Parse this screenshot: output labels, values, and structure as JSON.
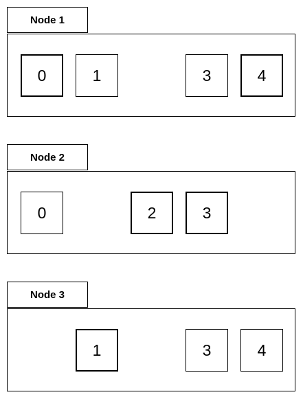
{
  "nodes": [
    {
      "label": "Node 1",
      "cells": [
        {
          "slot": 0,
          "label": "0",
          "emphasized": true
        },
        {
          "slot": 1,
          "label": "1",
          "emphasized": false
        },
        {
          "slot": 3,
          "label": "3",
          "emphasized": false
        },
        {
          "slot": 4,
          "label": "4",
          "emphasized": true
        }
      ]
    },
    {
      "label": "Node 2",
      "cells": [
        {
          "slot": 0,
          "label": "0",
          "emphasized": false
        },
        {
          "slot": 2,
          "label": "2",
          "emphasized": true
        },
        {
          "slot": 3,
          "label": "3",
          "emphasized": true
        }
      ]
    },
    {
      "label": "Node 3",
      "cells": [
        {
          "slot": 1,
          "label": "1",
          "emphasized": true
        },
        {
          "slot": 3,
          "label": "3",
          "emphasized": false
        },
        {
          "slot": 4,
          "label": "4",
          "emphasized": false
        }
      ]
    }
  ]
}
